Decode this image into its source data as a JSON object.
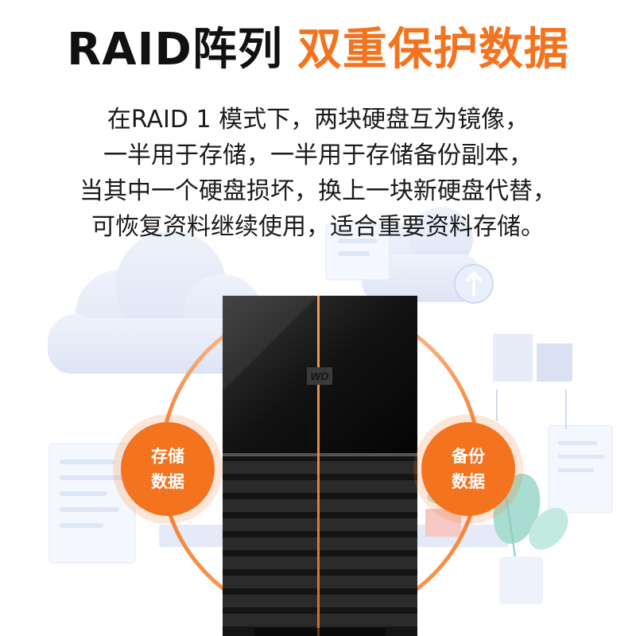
{
  "headline": {
    "part1": "RAID阵列",
    "part2": "双重保护数据"
  },
  "description": [
    "在RAID 1 模式下，两块硬盘互为镜像，",
    "一半用于存储，一半用于存储备份副本，",
    "当其中一个硬盘损坏，换上一块新硬盘代替，",
    "可恢复资料继续使用，适合重要资料存储。"
  ],
  "badges": {
    "left": {
      "line1": "存储",
      "line2": "数据"
    },
    "right": {
      "line1": "备份",
      "line2": "数据"
    }
  },
  "device": {
    "logo": "WD"
  },
  "colors": {
    "accent": "#f3731f",
    "title": "#111111",
    "text": "#1a1a1a",
    "illustration": "#dfe6f6"
  }
}
